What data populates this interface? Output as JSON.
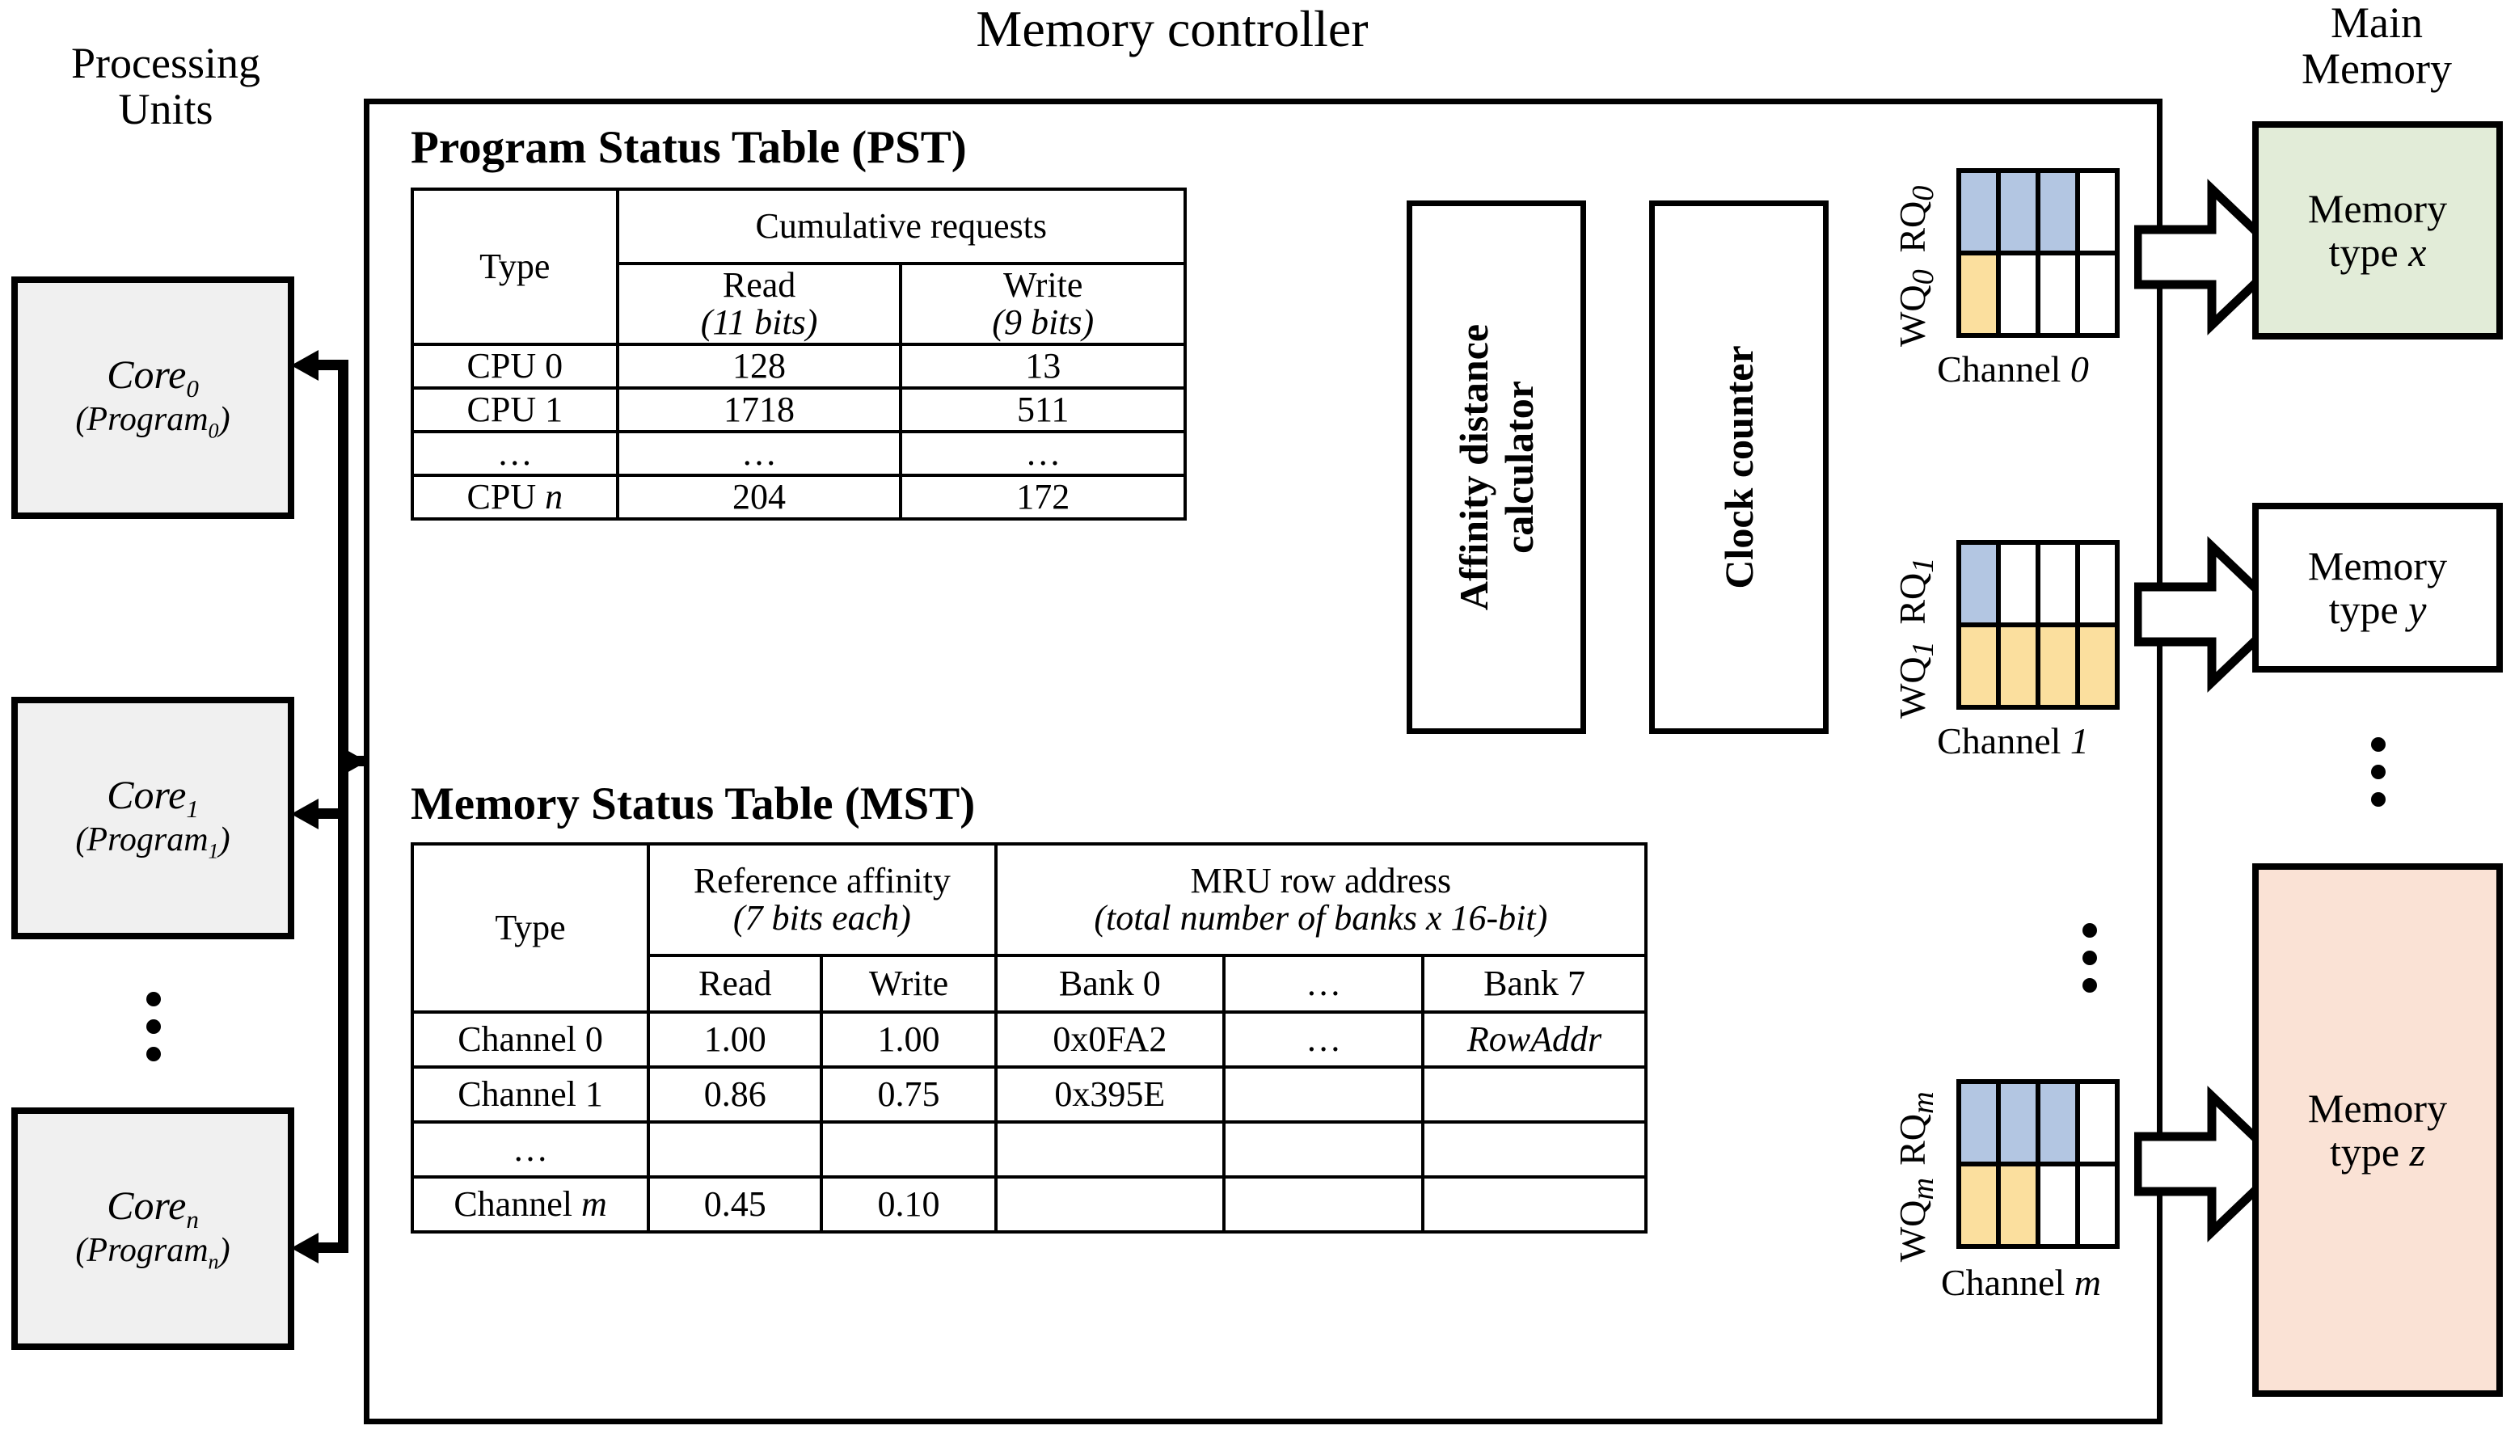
{
  "titles": {
    "memory_controller": "Memory controller",
    "processing_units": "Processing\nUnits",
    "processing_units_l1": "Processing",
    "processing_units_l2": "Units",
    "main_memory_l1": "Main",
    "main_memory_l2": "Memory"
  },
  "colors": {
    "core_fill": "#f0f0f0",
    "read_queue_fill": "#b3c6e2",
    "write_queue_fill": "#fbdf9e",
    "memory_x_fill": "#e2ecd8",
    "memory_y_fill": "#ffffff",
    "memory_z_fill": "#fae2d5",
    "line": "#000000"
  },
  "cores": [
    {
      "name": "Core",
      "index": "0",
      "program": "Program",
      "program_index": "0"
    },
    {
      "name": "Core",
      "index": "1",
      "program": "Program",
      "program_index": "1"
    },
    {
      "name": "Core",
      "index": "n",
      "program": "Program",
      "program_index": "n"
    }
  ],
  "pst": {
    "title": "Program Status Table (PST)",
    "type_header": "Type",
    "group_header": "Cumulative requests",
    "sub_headers": [
      {
        "label": "Read",
        "bits": "(11 bits)"
      },
      {
        "label": "Write",
        "bits": "(9 bits)"
      }
    ],
    "rows": [
      {
        "type": "CPU 0",
        "type_italic": "",
        "read": "128",
        "write": "13"
      },
      {
        "type": "CPU 1",
        "type_italic": "",
        "read": "1718",
        "write": "511"
      },
      {
        "type": "…",
        "type_italic": "",
        "read": "…",
        "write": "…"
      },
      {
        "type": "CPU ",
        "type_italic": "n",
        "read": "204",
        "write": "172"
      }
    ]
  },
  "mst": {
    "title": "Memory Status Table (MST)",
    "type_header": "Type",
    "affinity_header": "Reference affinity",
    "affinity_sub": "(7 bits each)",
    "mru_header": "MRU row address",
    "mru_sub": "(total number of banks x 16-bit)",
    "sub_headers": [
      "Read",
      "Write",
      "Bank 0",
      "…",
      "Bank 7"
    ],
    "rows": [
      {
        "type": "Channel 0",
        "type_italic": "",
        "read": "1.00",
        "write": "1.00",
        "bank0": "0x0FA2",
        "dots": "…",
        "bank7": "RowAddr",
        "bank7_italic": true
      },
      {
        "type": "Channel 1",
        "type_italic": "",
        "read": "0.86",
        "write": "0.75",
        "bank0": "0x395E",
        "dots": "",
        "bank7": "",
        "bank7_italic": false
      },
      {
        "type": "…",
        "type_italic": "",
        "read": "",
        "write": "",
        "bank0": "",
        "dots": "",
        "bank7": "",
        "bank7_italic": false
      },
      {
        "type": "Channel ",
        "type_italic": "m",
        "read": "0.45",
        "write": "0.10",
        "bank0": "",
        "dots": "",
        "bank7": "",
        "bank7_italic": false
      }
    ]
  },
  "modules": [
    {
      "label": "Affinity distance\ncalculator",
      "line1": "Affinity distance",
      "line2": "calculator"
    },
    {
      "label": "Clock counter",
      "line1": "Clock counter",
      "line2": ""
    }
  ],
  "queues": [
    {
      "channel_label": "Channel ",
      "channel_index": "0",
      "read_label": "RQ",
      "read_index": "0",
      "write_label": "WQ",
      "write_index": "0",
      "read_slots": 4,
      "read_filled": 3,
      "write_slots": 4,
      "write_filled": 1
    },
    {
      "channel_label": "Channel ",
      "channel_index": "1",
      "read_label": "RQ",
      "read_index": "1",
      "write_label": "WQ",
      "write_index": "1",
      "read_slots": 4,
      "read_filled": 1,
      "write_slots": 4,
      "write_filled": 4
    },
    {
      "channel_label": "Channel ",
      "channel_index": "m",
      "read_label": "RQ",
      "read_index": "m",
      "write_label": "WQ",
      "write_index": "m",
      "read_slots": 4,
      "read_filled": 3,
      "write_slots": 4,
      "write_filled": 2
    }
  ],
  "memories": [
    {
      "line1": "Memory",
      "line2": "type ",
      "type": "x"
    },
    {
      "line1": "Memory",
      "line2": "type ",
      "type": "y"
    },
    {
      "line1": "Memory",
      "line2": "type ",
      "type": "z"
    }
  ]
}
